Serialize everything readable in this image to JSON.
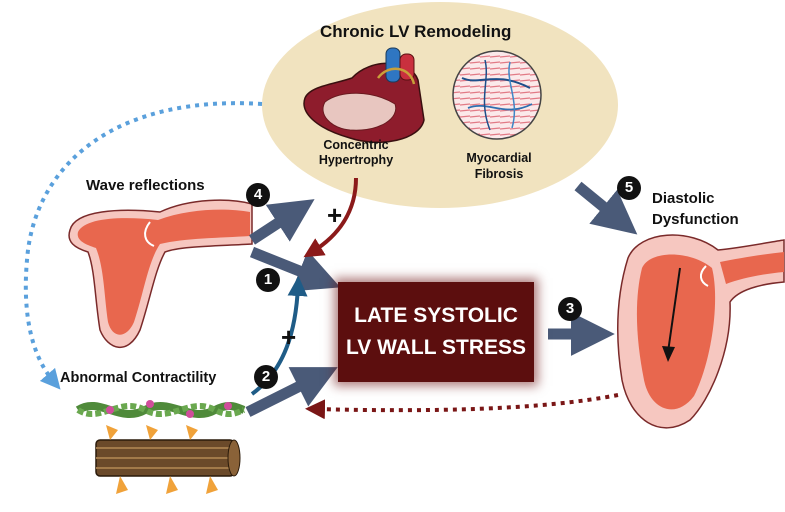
{
  "title": "Chronic LV Remodeling",
  "remodeling_items": {
    "hypertrophy_line1": "Concentric",
    "hypertrophy_line2": "Hypertrophy",
    "fibrosis_line1": "Myocardial",
    "fibrosis_line2": "Fibrosis"
  },
  "wave_reflections": "Wave reflections",
  "abnormal_contractility": "Abnormal Contractility",
  "stress_box": {
    "line1": "LATE SYSTOLIC",
    "line2": "LV WALL STRESS"
  },
  "diastolic": {
    "line1": "Diastolic",
    "line2": "Dysfunction"
  },
  "step_numbers": [
    "1",
    "2",
    "3",
    "4",
    "5"
  ],
  "plus_signs": [
    "+",
    "+"
  ],
  "colors": {
    "ellipse": "#f1e3bf",
    "stress_box": "#5c0e0e",
    "arrow_slate": "#4a5a78",
    "arrow_red": "#8b1a1a",
    "arrow_blue": "#1f5c87",
    "dotted_blue": "#5aa0dc",
    "dotted_red": "#7a1616",
    "tissue": "#e8674e",
    "tissue_light": "#f6c7c0"
  }
}
